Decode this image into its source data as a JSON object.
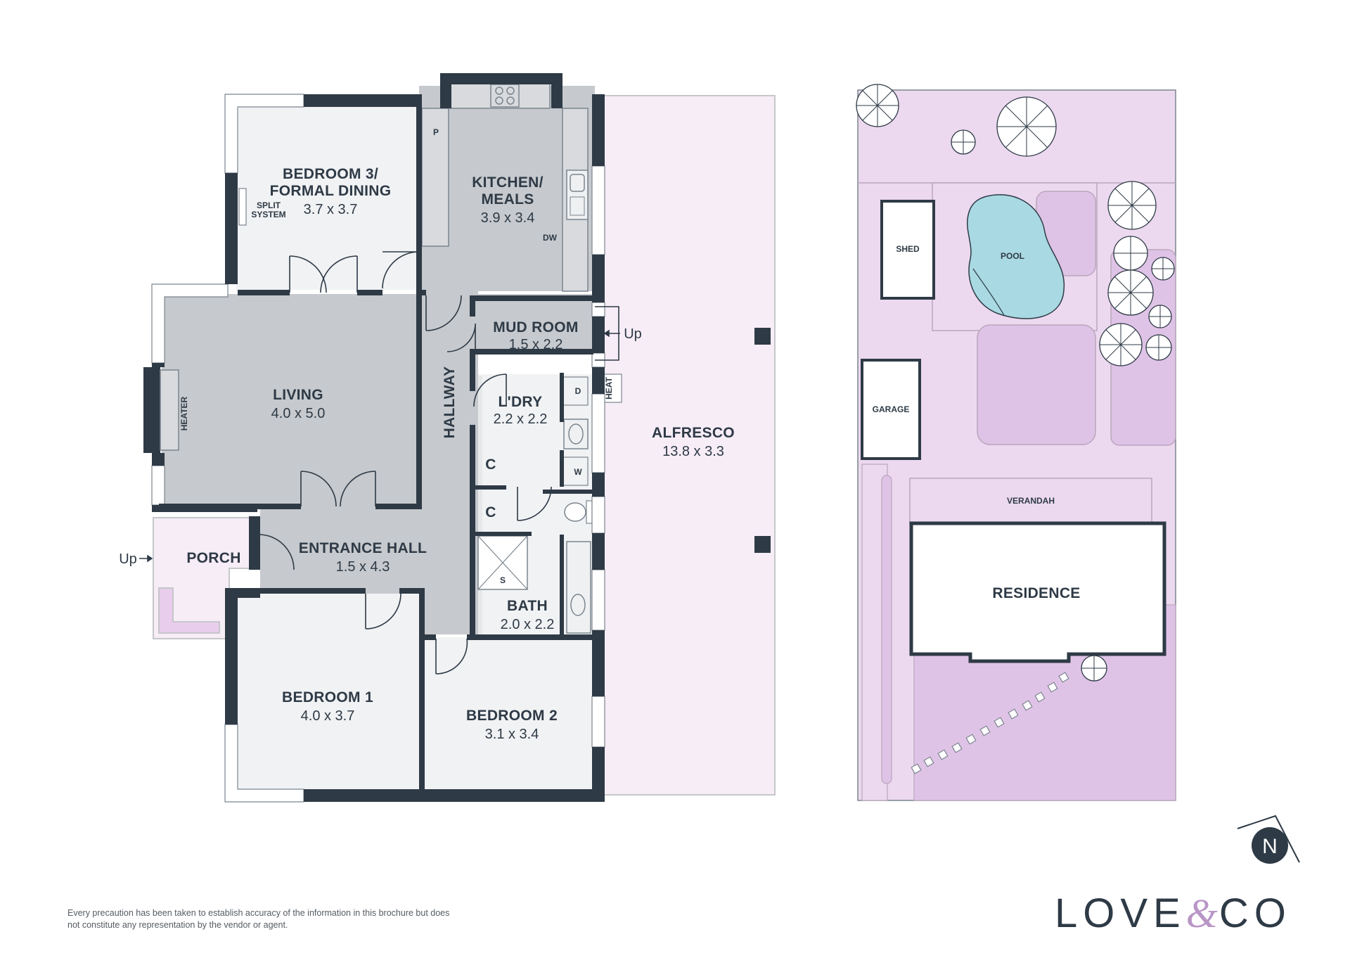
{
  "colors": {
    "wall": "#2e3a46",
    "room_light": "#f1f2f4",
    "room_dark": "#c6c9cd",
    "alfresco": "#f7edf7",
    "porch": "#f7edf7",
    "site_land": "#ecd9ef",
    "site_green": "#dfc3e6",
    "pool_water": "#a9d9e2",
    "logo_amp": "#b995c6"
  },
  "floorplan": {
    "rooms": [
      {
        "name": "BEDROOM 3/",
        "name2": "FORMAL DINING",
        "dims": "3.7 x 3.7"
      },
      {
        "name": "KITCHEN/",
        "name2": "MEALS",
        "dims": "3.9 x 3.4"
      },
      {
        "name": "MUD ROOM",
        "dims": "1.5 x 2.2"
      },
      {
        "name": "LIVING",
        "dims": "4.0 x 5.0"
      },
      {
        "name": "HALLWAY"
      },
      {
        "name": "L'DRY",
        "dims": "2.2 x 2.2"
      },
      {
        "name": "ALFRESCO",
        "dims": "13.8 x 3.3"
      },
      {
        "name": "PORCH"
      },
      {
        "name": "ENTRANCE HALL",
        "dims": "1.5 x 4.3"
      },
      {
        "name": "BATH",
        "dims": "2.0 x 2.2"
      },
      {
        "name": "BEDROOM 1",
        "dims": "4.0 x 3.7"
      },
      {
        "name": "BEDROOM 2",
        "dims": "3.1 x 3.4"
      }
    ],
    "labels": {
      "split_system_1": "SPLIT",
      "split_system_2": "SYSTEM",
      "pantry": "P",
      "dishwasher": "DW",
      "heater": "HEATER",
      "heat": "HEAT",
      "dryer": "D",
      "washer": "W",
      "cupboard_1": "C",
      "cupboard_2": "C",
      "shower": "S",
      "up_porch": "Up",
      "up_mudroom": "Up"
    }
  },
  "site": {
    "labels": {
      "shed": "SHED",
      "pool": "POOL",
      "garage": "GARAGE",
      "verandah": "VERANDAH",
      "residence": "RESIDENCE"
    },
    "compass": "N"
  },
  "footer": {
    "disclaimer": "Every precaution has been taken to establish accuracy of the information in this brochure but does not constitute any representation by the vendor or agent.",
    "logo_left": "LOVE",
    "logo_amp": "&",
    "logo_right": "CO"
  }
}
